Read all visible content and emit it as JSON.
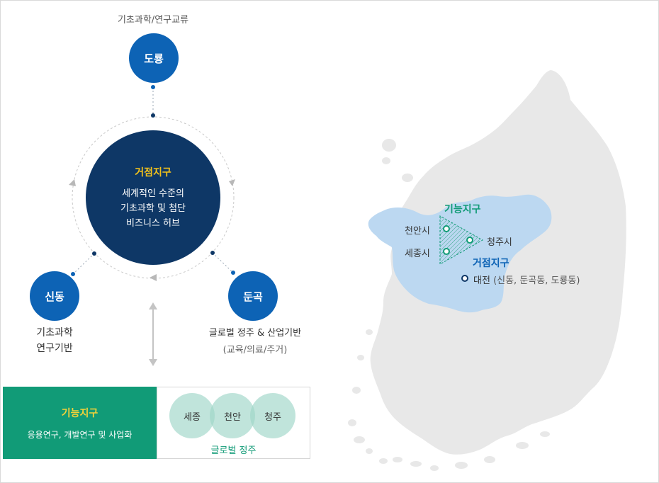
{
  "top": {
    "caption": "기초과학/연구교류",
    "node": "도룡"
  },
  "hub": {
    "title": "거점지구",
    "line1": "세계적인 수준의",
    "line2": "기초과학 및 첨단",
    "line3": "비즈니스 허브"
  },
  "left": {
    "node": "신동",
    "caption1": "기초과학",
    "caption2": "연구기반"
  },
  "right": {
    "node": "둔곡",
    "caption1": "글로벌 정주 & 산업기반",
    "caption2": "(교육/의료/주거)"
  },
  "function_zone": {
    "title": "기능지구",
    "desc": "응용연구, 개발연구 및 사업화",
    "cities": [
      "세종",
      "천안",
      "청주"
    ],
    "label": "글로벌 정주"
  },
  "map": {
    "function_title": "기능지구",
    "cheonan": "천안시",
    "sejong": "세종시",
    "cheongju": "청주시",
    "hub_title": "거점지구",
    "daejeon": "대전",
    "daejeon_detail": "(신동, 둔곡동, 도룡동)"
  },
  "colors": {
    "node_blue": "#0d63b5",
    "hub_navy": "#0e3766",
    "accent_yellow": "#f3c21b",
    "green": "#119b77",
    "mint": "#9ed6c7",
    "map_land": "#e8e8e8",
    "map_region": "#bcd8f1"
  }
}
